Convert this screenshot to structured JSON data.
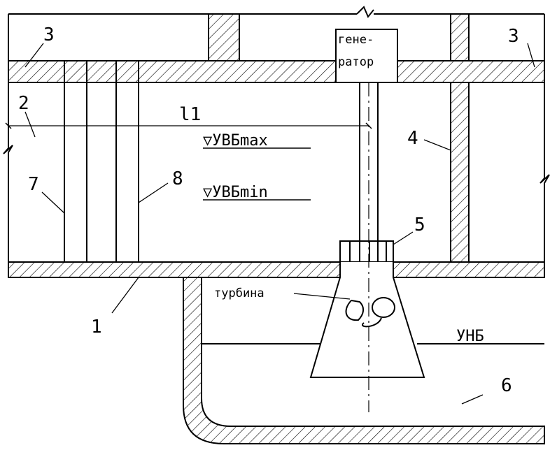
{
  "diagram": {
    "labels": {
      "n1": "1",
      "n2": "2",
      "n3_left": "3",
      "n3_right": "3",
      "n4": "4",
      "n5": "5",
      "n6": "6",
      "n7": "7",
      "n8": "8",
      "l1": "l1",
      "generator_line1": "гене-",
      "generator_line2": "ратор",
      "turbine": "турбина",
      "uvb_max": "▽УВБmax",
      "uvb_min": "▽УВБmin",
      "unb": "УНБ"
    },
    "colors": {
      "line": "#000000",
      "background": "#ffffff"
    }
  }
}
